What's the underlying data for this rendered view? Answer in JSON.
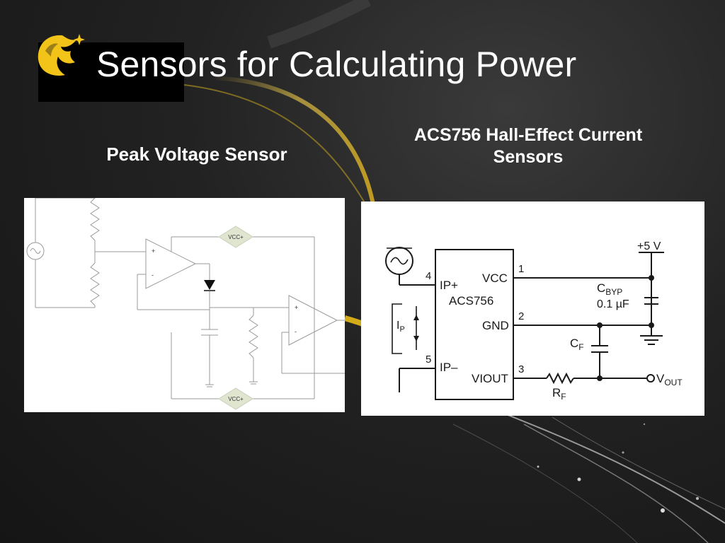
{
  "slide": {
    "title": "Sensors for Calculating Power"
  },
  "left_section": {
    "heading": "Peak Voltage Sensor",
    "schematic": {
      "opamp1_plus": "+",
      "opamp1_minus": "-",
      "opamp2_plus": "+",
      "opamp2_minus": "-",
      "supply_top": "VCC+",
      "supply_bottom": "VCC+"
    }
  },
  "right_section": {
    "heading": "ACS756 Hall-Effect Current Sensors",
    "schematic": {
      "chip_name": "ACS756",
      "pins": {
        "ip_plus": "IP+",
        "ip_minus": "IP–",
        "vcc": "VCC",
        "gnd": "GND",
        "viout": "VIOUT"
      },
      "pin_numbers": {
        "ip_plus": "4",
        "ip_minus": "5",
        "vcc": "1",
        "gnd": "2",
        "viout": "3"
      },
      "supply_label": "+5 V",
      "cbyp_label": "C",
      "cbyp_sub": "BYP",
      "cbyp_value": "0.1 µF",
      "cf_label": "C",
      "cf_sub": "F",
      "rf_label": "R",
      "rf_sub": "F",
      "vout_label": "V",
      "vout_sub": "OUT",
      "ip_label": "I",
      "ip_sub": "P"
    }
  },
  "colors": {
    "background": "#222222",
    "accent_gold": "#f2c318",
    "title_text": "#ffffff",
    "diamond_fill": "#dfe5cf"
  }
}
